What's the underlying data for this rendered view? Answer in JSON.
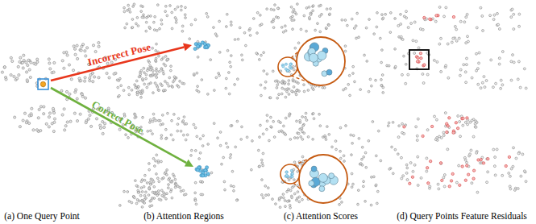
{
  "diagram": {
    "labels": [
      "Incorrect Pose",
      "Correct Pose",
      "(a) One Query Point",
      "(b) Attention Regions",
      "(c) Attention Scores",
      "(d) Query Points Feature Residuals"
    ]
  }
}
